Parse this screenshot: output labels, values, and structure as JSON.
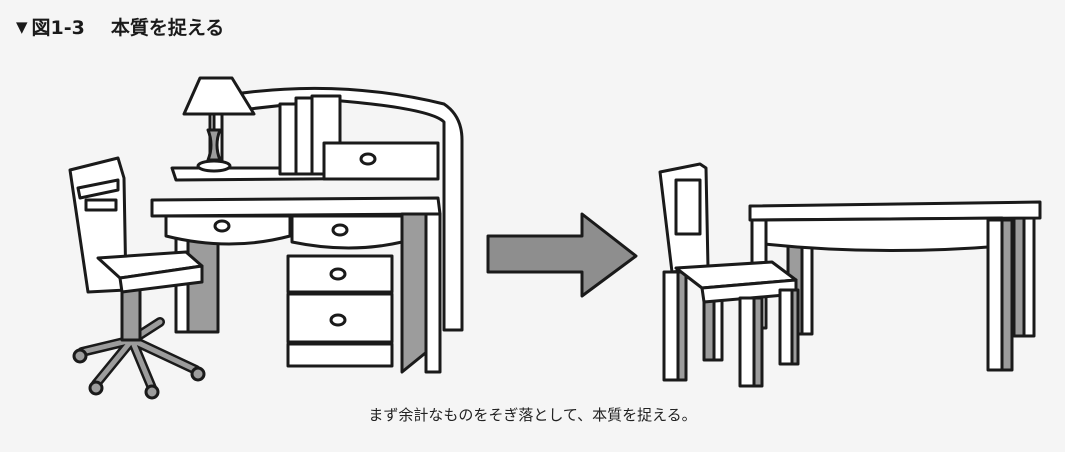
{
  "figure": {
    "marker": "▼",
    "number": "図1-3",
    "title": "本質を捉える"
  },
  "caption": "まず余計なものをそぎ落として、本質を捉える。",
  "colors": {
    "background": "#f5f5f5",
    "outline": "#1a1a1a",
    "fill_white": "#ffffff",
    "fill_gray": "#9c9c9c",
    "arrow_fill": "#8e8e8e"
  },
  "icons": {
    "before": "desk-with-hutch-and-office-chair-icon",
    "transition": "right-arrow-icon",
    "after": "simple-table-and-chair-icon"
  }
}
